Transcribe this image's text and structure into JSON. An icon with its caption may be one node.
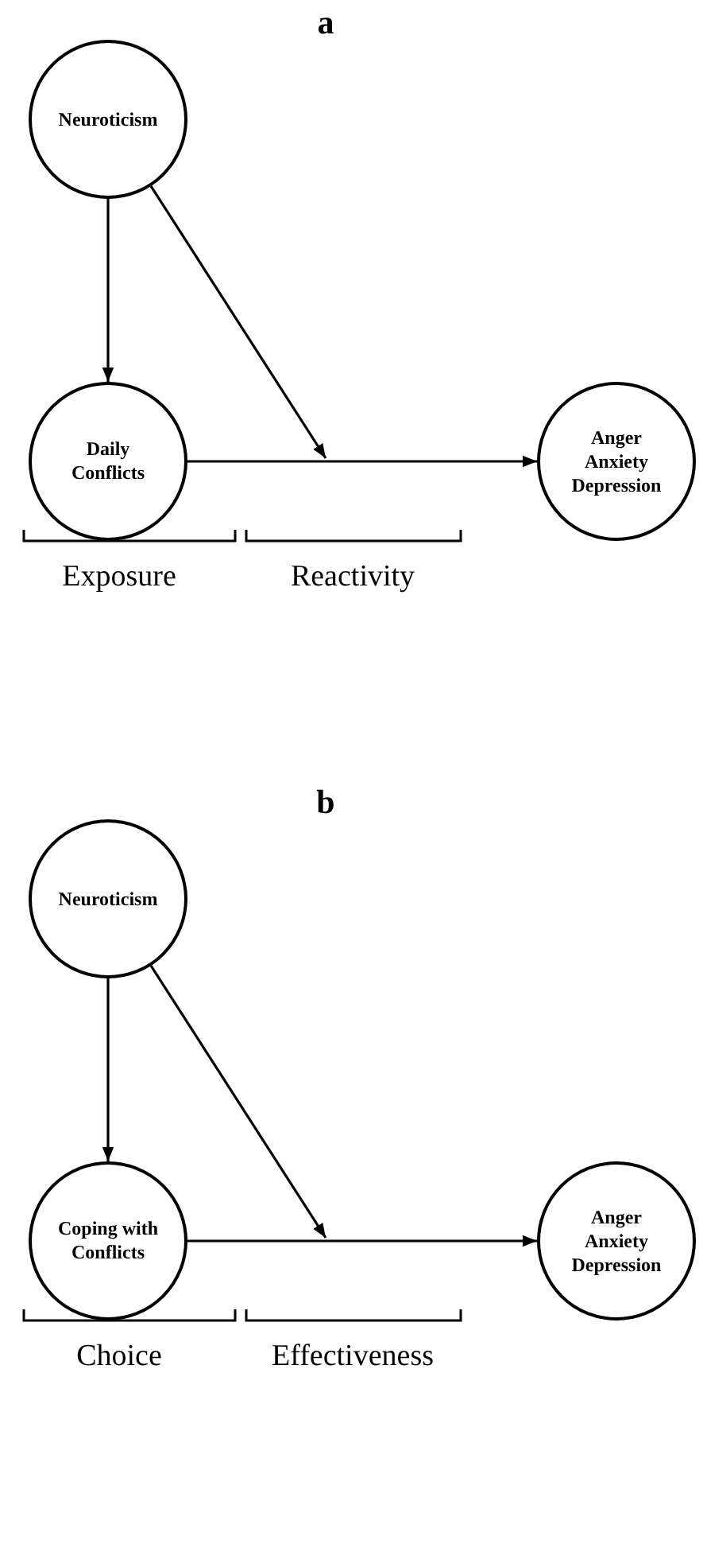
{
  "diagram": {
    "nodes": [
      {
        "text": [
          "Neuroticism"
        ]
      },
      {
        "text": [
          "Daily Conflicts"
        ]
      },
      {
        "text": [
          "Anger Anxiety Depression"
        ]
      },
      {
        "text": [
          "Neuroticism"
        ]
      },
      {
        "text": [
          "Coping with Conflicts"
        ]
      },
      {
        "text": [
          "Anger Anxiety Depression"
        ]
      }
    ],
    "edges": [
      {
        "from": 0,
        "to": 1,
        "arrow": "to"
      },
      {
        "from": 1,
        "to": 2,
        "arrow": "to"
      },
      {
        "from": 0,
        "to": null,
        "arrow": "to"
      },
      {
        "from": 3,
        "to": 4,
        "arrow": "to"
      },
      {
        "from": 4,
        "to": 5,
        "arrow": "to"
      },
      {
        "from": 3,
        "to": null,
        "arrow": "to"
      }
    ],
    "labels": [
      "a",
      "Exposure",
      "Reactivity",
      "b",
      "Choice",
      "Effectiveness"
    ]
  }
}
